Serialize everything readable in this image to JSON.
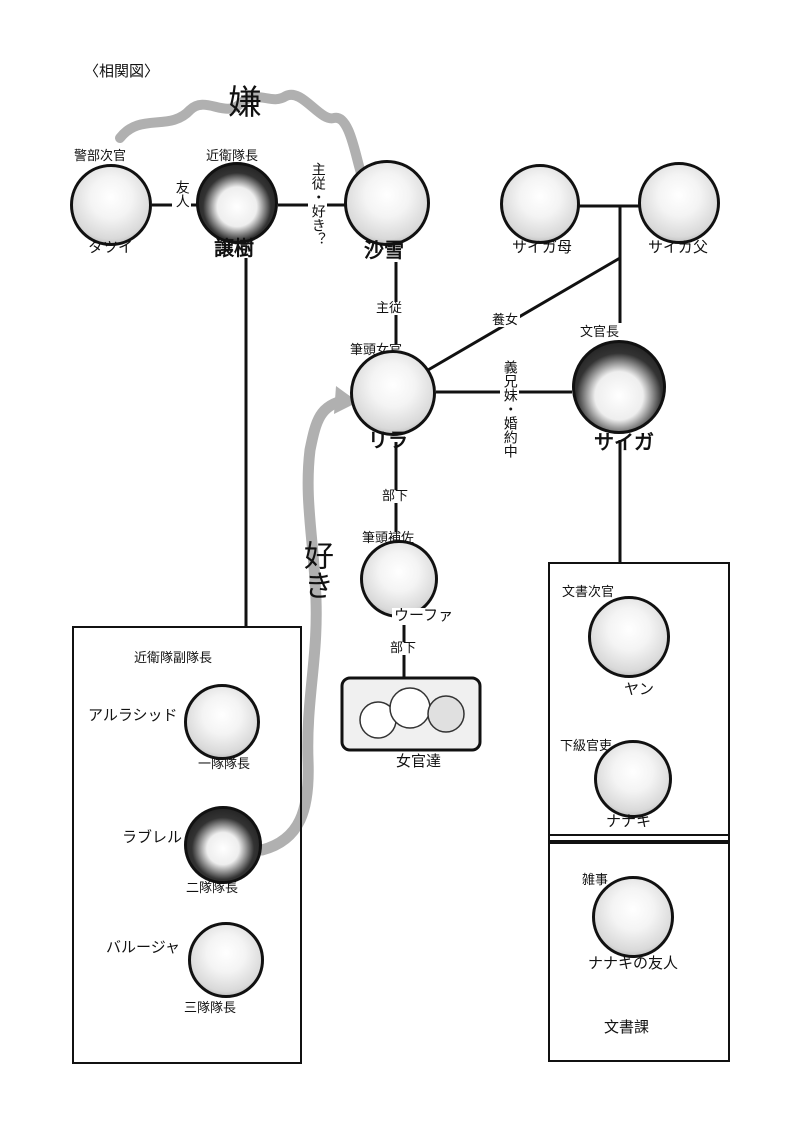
{
  "title": "〈相関図〉",
  "scribbles": {
    "dislike": "嫌",
    "like": "好き"
  },
  "characters": {
    "tatsui": {
      "role": "警部次官",
      "name": "タツイ"
    },
    "jouju": {
      "role": "近衛隊長",
      "name": "譲樹"
    },
    "sayuki": {
      "name": "沙雪"
    },
    "saiga_mother": {
      "name": "サイガ母"
    },
    "saiga_father": {
      "name": "サイガ父"
    },
    "lila": {
      "role": "筆頭女官",
      "name": "リラ"
    },
    "saiga": {
      "role": "文官長",
      "name": "サイガ"
    },
    "woofa": {
      "role": "筆頭補佐",
      "name": "ウーファ"
    },
    "ladies": {
      "name": "女官達"
    },
    "arrashid": {
      "name": "アルラシッド",
      "title": "一隊隊長"
    },
    "lablel": {
      "name": "ラブレル",
      "title": "二隊隊長"
    },
    "barouja": {
      "name": "バルージャ",
      "title": "三隊隊長"
    },
    "yan": {
      "role": "文書次官",
      "name": "ヤン"
    },
    "nanaki": {
      "role": "下級官吏",
      "name": "ナナキ"
    },
    "friend": {
      "role": "雑事",
      "name": "ナナキの友人"
    }
  },
  "relations": {
    "friend": "友人",
    "lord_servant_like": "主従・好き？",
    "lord_servant": "主従",
    "adopted": "養女",
    "siblings_engaged": "義兄妹・婚約中",
    "subordinate1": "部下",
    "subordinate2": "部下"
  },
  "groups": {
    "guard": {
      "title": "近衛隊副隊長"
    },
    "docs": {
      "title": "文書課"
    }
  }
}
